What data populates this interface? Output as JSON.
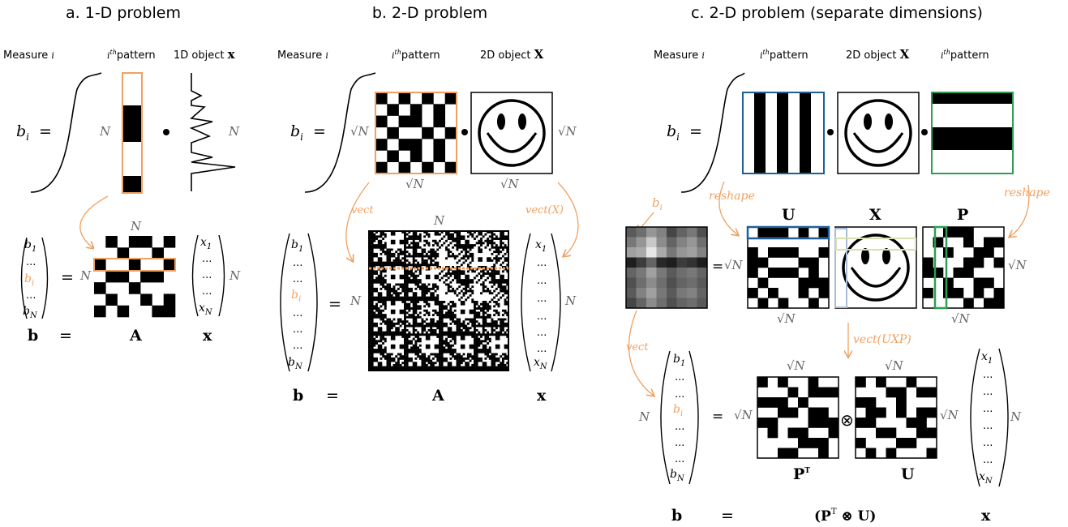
{
  "colors": {
    "orange": "#f0a060",
    "blue": "#1f5f99",
    "green": "#2e9e52",
    "paleyellow": "#d9dfae",
    "paleblue": "#a9bcd6"
  },
  "panel_a": {
    "title": "a. 1-D problem",
    "measure_label": "Measure",
    "measure_index": "i",
    "pattern_label_sup": "i",
    "pattern_label_th": "th",
    "pattern_label": "pattern",
    "object_label": "1D object",
    "object_symbol": "x",
    "bi": "b",
    "bi_sub": "i",
    "eq": "=",
    "N": "N",
    "vec_b": [
      "b",
      "...",
      "b",
      "...",
      "b"
    ],
    "vec_b_subs": [
      "1",
      "",
      "i",
      "",
      "N"
    ],
    "vec_x": [
      "x",
      "...",
      "...",
      "...",
      "x"
    ],
    "vec_x_subs": [
      "1",
      "",
      "",
      "",
      "N"
    ],
    "bottom": {
      "b": "b",
      "eq": "=",
      "A": "A",
      "x": "x"
    }
  },
  "panel_b": {
    "title": "b. 2-D problem",
    "measure_label": "Measure",
    "measure_index": "i",
    "pattern_label_sup": "i",
    "pattern_label_th": "th",
    "pattern_label": "pattern",
    "object_label": "2D object",
    "object_symbol": "X",
    "sqrtN": "√N",
    "vect": "vect",
    "vectX": "vect(X)",
    "N": "N",
    "bottom": {
      "b": "b",
      "eq": "=",
      "A": "A",
      "x": "x"
    }
  },
  "panel_c": {
    "title": "c. 2-D problem (separate dimensions)",
    "measure_label": "Measure",
    "measure_index": "i",
    "pattern_label_sup": "i",
    "pattern_label_th": "th",
    "pattern_label": "pattern",
    "object_label": "2D object",
    "object_symbol": "X",
    "pattern_label2": "pattern",
    "reshape": "reshape",
    "U": "U",
    "X": "X",
    "P": "P",
    "vect": "vect",
    "vectUXP": "vect(UXP)",
    "PT": "P",
    "PT_sup": "T",
    "kron": "⊗",
    "bottom": {
      "b": "b",
      "eq": "=",
      "expr": "(P",
      "expr_sup": "T",
      "expr_rest": " ⊗ U)",
      "x": "x"
    }
  }
}
